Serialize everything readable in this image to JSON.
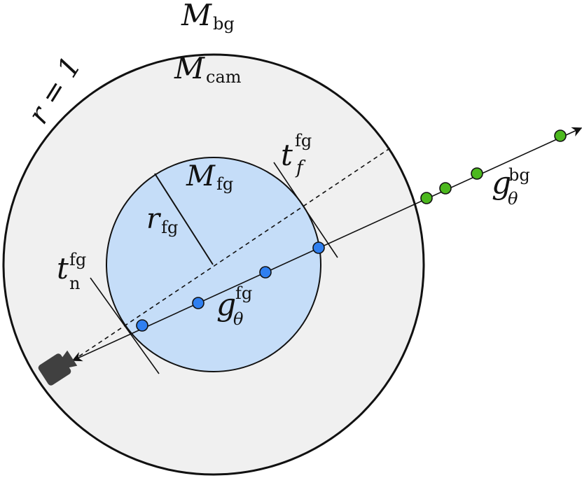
{
  "labels": {
    "bg_script": "M",
    "bg_sub": "bg",
    "cam_script": "M",
    "cam_sub": "cam",
    "fg_script": "M",
    "fg_sub": "fg",
    "r_eq_one": "r = 1",
    "r_fg_main": "r",
    "r_fg_sub": "fg",
    "t_f_main": "t",
    "t_f_sup": "fg",
    "t_f_sub": "f",
    "t_n_main": "t",
    "t_n_sup": "fg",
    "t_n_sub": "n",
    "g_fg_main": "g",
    "g_fg_sup": "fg",
    "g_fg_sub": "θ",
    "g_bg_main": "g",
    "g_bg_sup": "bg",
    "g_bg_sub": "θ"
  },
  "colors": {
    "outer_fill": "#f0f0f0",
    "inner_fill": "#c5ddf8",
    "stroke": "#111111",
    "fg_point": "#2f7ff0",
    "bg_point": "#4cb81e",
    "camera": "#404040"
  },
  "icons": {
    "camera": "camera-icon"
  }
}
